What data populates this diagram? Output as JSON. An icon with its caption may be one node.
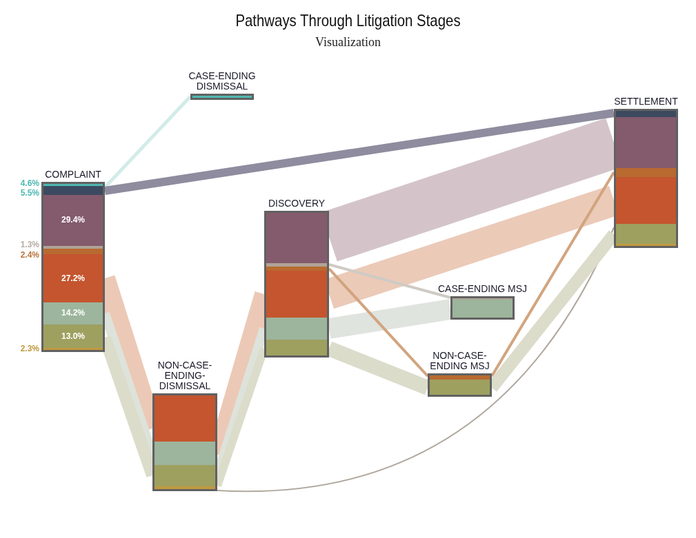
{
  "diagram": {
    "title": "Pathways Through Litigation Stages",
    "caption": "Visualization",
    "nodes": [
      {
        "text": [
          "COMPLAINT"
        ],
        "beside": [
          "4.6%",
          "5.5%",
          "1.3%",
          "2.4%",
          "2.3%"
        ]
      },
      {
        "text": [
          "CASE-ENDING DISMISSAL"
        ]
      },
      {
        "text": [
          "NON-CASE-ENDING-DISMISSAL"
        ]
      },
      {
        "text": [
          "DISCOVERY"
        ]
      },
      {
        "text": [
          "CASE-ENDING MSJ"
        ]
      },
      {
        "text": [
          "NON-CASE-ENDING MSJ"
        ]
      },
      {
        "text": [
          "SETTLEMENT"
        ]
      }
    ],
    "edges": [
      {
        "from": 0,
        "to": 1,
        "arrow": "none",
        "color": "#d2ece8"
      },
      {
        "from": 0,
        "to": 6,
        "arrow": "none",
        "color": "#8e8c9e"
      },
      {
        "from": 0,
        "to": 2,
        "arrow": "none",
        "style": "thick",
        "color": "#ecc9b6"
      },
      {
        "from": 0,
        "to": 2,
        "arrow": "none",
        "color": "#dde3da"
      },
      {
        "from": 0,
        "to": 2,
        "arrow": "none",
        "color": "#dcdccb"
      },
      {
        "from": 2,
        "to": 3,
        "arrow": "none",
        "style": "thick",
        "color": "#ecc9b6"
      },
      {
        "from": 2,
        "to": 3,
        "arrow": "none",
        "color": "#dde3da"
      },
      {
        "from": 2,
        "to": 3,
        "arrow": "none",
        "color": "#dcdccb"
      },
      {
        "from": 2,
        "to": 6,
        "arrow": "none",
        "color": "#b0a89e"
      },
      {
        "from": 3,
        "to": 6,
        "arrow": "none",
        "style": "thick",
        "color": "#d4c4c9"
      },
      {
        "from": 3,
        "to": 6,
        "arrow": "none",
        "style": "thick",
        "color": "#ebcab8"
      },
      {
        "from": 3,
        "to": 4,
        "arrow": "none",
        "color": "#cfcbc4"
      },
      {
        "from": 3,
        "to": 4,
        "arrow": "none",
        "style": "thick",
        "color": "#e0e4de"
      },
      {
        "from": 3,
        "to": 5,
        "arrow": "none",
        "color": "#dcdccb"
      },
      {
        "from": 3,
        "to": 5,
        "arrow": "none",
        "color": "#d2a47e"
      },
      {
        "from": 5,
        "to": 6,
        "arrow": "none",
        "color": "#d2a47e"
      },
      {
        "from": 5,
        "to": 6,
        "arrow": "none",
        "color": "#dcdccb"
      }
    ],
    "labels": [
      "29.4%",
      "27.2%",
      "14.2%",
      "13.0%"
    ]
  }
}
